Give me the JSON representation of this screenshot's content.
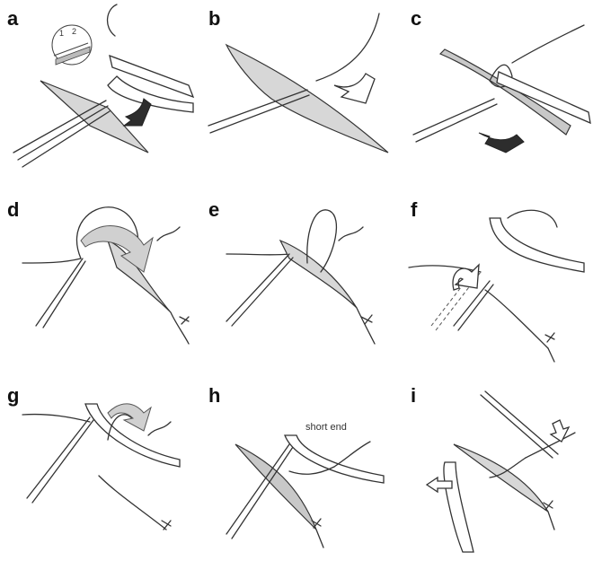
{
  "panels": [
    {
      "label": "a"
    },
    {
      "label": "b"
    },
    {
      "label": "c"
    },
    {
      "label": "d"
    },
    {
      "label": "e"
    },
    {
      "label": "f"
    },
    {
      "label": "g"
    },
    {
      "label": "h"
    },
    {
      "label": "i"
    }
  ],
  "inset_labels": {
    "first": "1",
    "second": "2"
  },
  "annotations": {
    "short_end": "short end"
  }
}
